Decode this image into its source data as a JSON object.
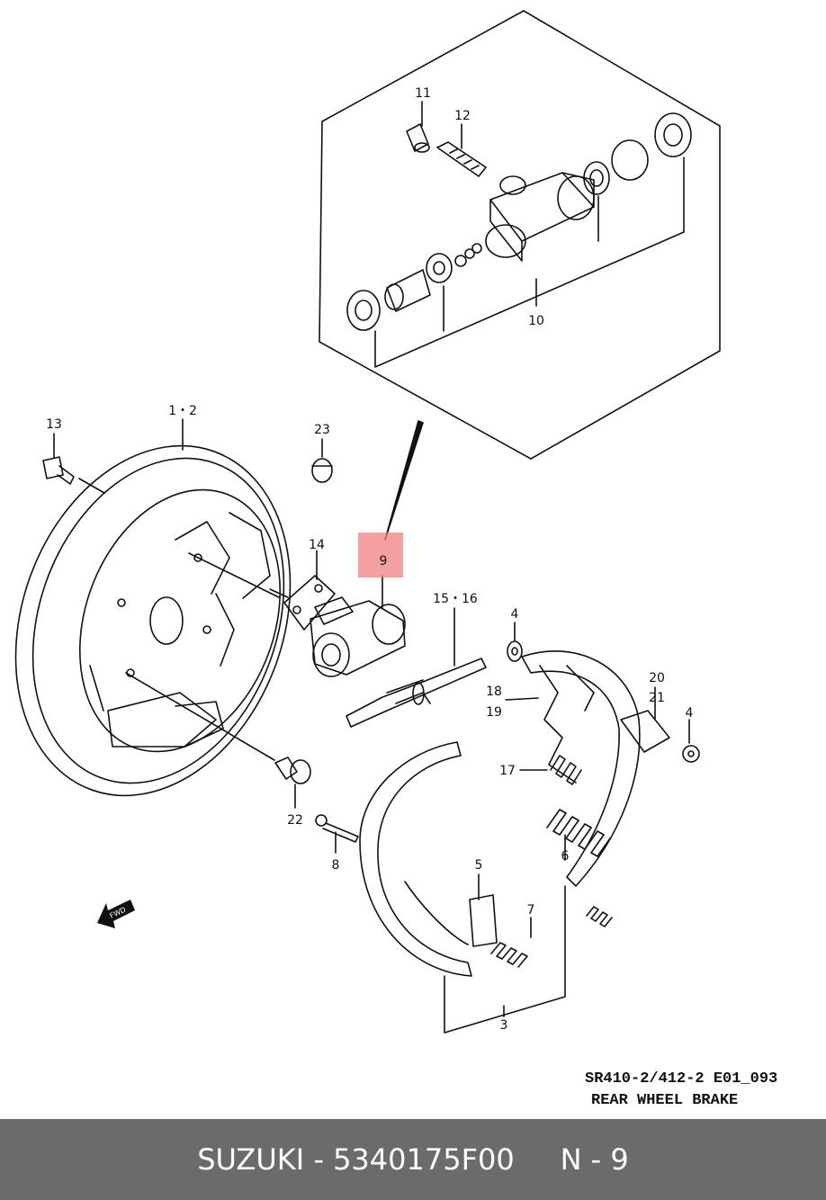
{
  "callouts": {
    "c11": "11",
    "c12": "12",
    "c10": "10",
    "c13": "13",
    "c1_2": "1・2",
    "c23": "23",
    "c14": "14",
    "c9": "9",
    "c15_16": "15・16",
    "c4a": "4",
    "c18": "18",
    "c19": "19",
    "c20": "20",
    "c21": "21",
    "c4b": "4",
    "c17": "17",
    "c6": "6",
    "c22": "22",
    "c8": "8",
    "c5": "5",
    "c7": "7",
    "c3": "3"
  },
  "fwd_label": "FWD",
  "reference": {
    "code": "SR410-2/412-2 E01_093",
    "title": "REAR WHEEL BRAKE"
  },
  "footer": {
    "text": "SUZUKI - 5340175F00     N - 9"
  },
  "colors": {
    "highlight": "#f08080",
    "footer_bg": "#6b6b6b",
    "line": "#111111"
  }
}
